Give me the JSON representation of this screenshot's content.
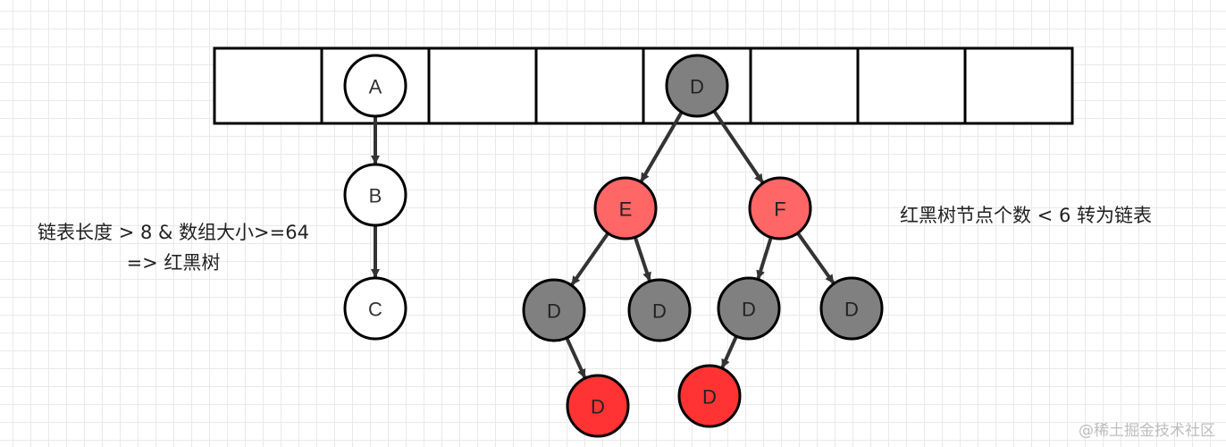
{
  "array_cells": 8,
  "nodes": [
    {
      "id": "A",
      "label": "A",
      "color": "white"
    },
    {
      "id": "B",
      "label": "B",
      "color": "white"
    },
    {
      "id": "C",
      "label": "C",
      "color": "white"
    },
    {
      "id": "root",
      "label": "D",
      "color": "gray"
    },
    {
      "id": "E",
      "label": "E",
      "color": "light-red"
    },
    {
      "id": "F",
      "label": "F",
      "color": "light-red"
    },
    {
      "id": "E-left",
      "label": "D",
      "color": "gray"
    },
    {
      "id": "E-right",
      "label": "D",
      "color": "gray"
    },
    {
      "id": "F-left",
      "label": "D",
      "color": "gray"
    },
    {
      "id": "F-right",
      "label": "D",
      "color": "gray"
    },
    {
      "id": "E-left-child",
      "label": "D",
      "color": "red"
    },
    {
      "id": "F-left-child",
      "label": "D",
      "color": "red"
    }
  ],
  "edges": [
    {
      "from": "A",
      "to": "B"
    },
    {
      "from": "B",
      "to": "C"
    },
    {
      "from": "root",
      "to": "E"
    },
    {
      "from": "root",
      "to": "F"
    },
    {
      "from": "E",
      "to": "E-left"
    },
    {
      "from": "E",
      "to": "E-right"
    },
    {
      "from": "F",
      "to": "F-left"
    },
    {
      "from": "F",
      "to": "F-right"
    },
    {
      "from": "E-left",
      "to": "E-left-child"
    },
    {
      "from": "F-left",
      "to": "F-left-child"
    }
  ],
  "colors": {
    "white": "#ffffff",
    "gray": "#808080",
    "light-red": "#ff6666",
    "red": "#ff3333",
    "stroke": "#000000",
    "edge": "#333333"
  },
  "notes": {
    "left_line1": "链表长度 > 8 & 数组大小>=64",
    "left_line2": "=> 红黑树",
    "right": "红黑树节点个数 < 6 转为链表"
  },
  "watermark": "@稀土掘金技术社区"
}
